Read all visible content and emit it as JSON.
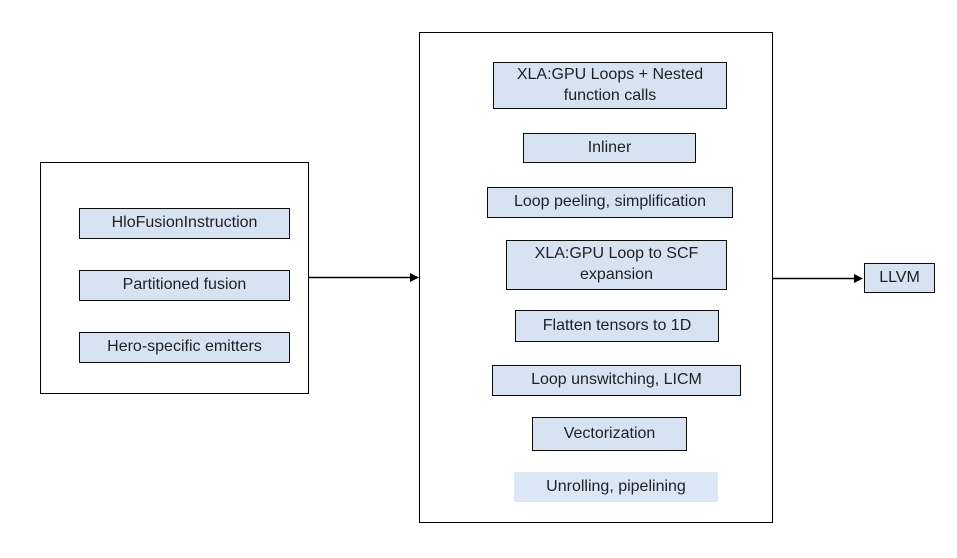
{
  "diagram": {
    "left_panel": {
      "items": [
        {
          "label": "HloFusionInstruction"
        },
        {
          "label": "Partitioned fusion"
        },
        {
          "label": "Hero-specific emitters"
        }
      ]
    },
    "middle_panel": {
      "items": [
        {
          "label": "XLA:GPU Loops + Nested function calls"
        },
        {
          "label": "Inliner"
        },
        {
          "label": "Loop peeling, simplification"
        },
        {
          "label": "XLA:GPU Loop to SCF expansion"
        },
        {
          "label": "Flatten tensors to 1D"
        },
        {
          "label": "Loop unswitching, LICM"
        },
        {
          "label": "Vectorization"
        },
        {
          "label": "Unrolling, pipelining"
        }
      ]
    },
    "output_node": {
      "label": "LLVM"
    },
    "connections": [
      {
        "from": "left-panel",
        "to": "middle-panel"
      },
      {
        "from": "middle-panel",
        "to": "llvm-node"
      }
    ],
    "colors": {
      "node_fill": "#d7e3f1",
      "borderless_node_fill": "#dbe7f4",
      "node_border": "#0c0c0c",
      "container_border": "#000000",
      "text": "#1d2025",
      "background": "#ffffff",
      "arrow": "#000000"
    }
  }
}
